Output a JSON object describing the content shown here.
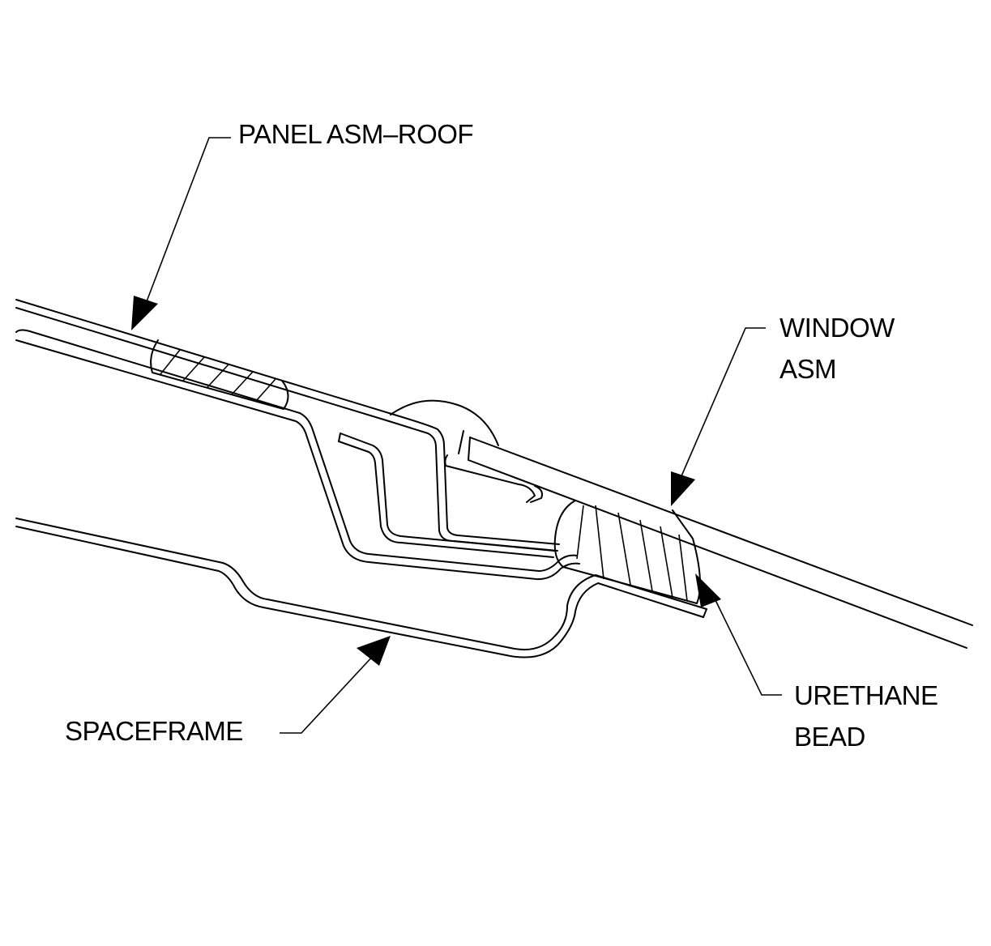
{
  "labels": {
    "panel_roof": "PANEL ASM–ROOF",
    "window_line1": "WINDOW",
    "window_line2": "ASM",
    "urethane_line1": "URETHANE",
    "urethane_line2": "BEAD",
    "spaceframe": "SPACEFRAME"
  },
  "colors": {
    "ink": "#000000",
    "background": "#ffffff"
  }
}
